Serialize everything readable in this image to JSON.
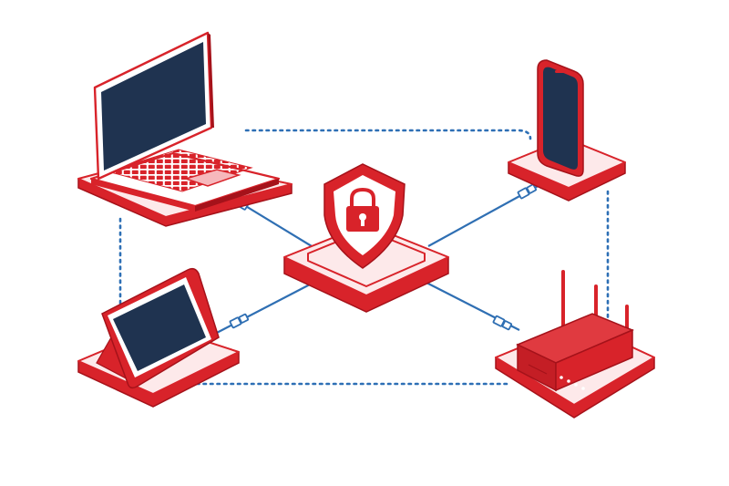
{
  "colors": {
    "red": "#d8232a",
    "red_dark": "#a5121a",
    "pink": "#fde9ea",
    "navy": "#1f3350",
    "link_blue": "#2f6fb3",
    "dotted_blue": "#2d6fb5",
    "white": "#ffffff"
  },
  "nodes": [
    {
      "id": "laptop",
      "icon": "laptop-icon"
    },
    {
      "id": "smartphone",
      "icon": "smartphone-icon"
    },
    {
      "id": "security-hub",
      "icon": "shield-lock-icon"
    },
    {
      "id": "tablet",
      "icon": "tablet-icon"
    },
    {
      "id": "router",
      "icon": "wifi-router-icon"
    }
  ],
  "links": [
    {
      "from": "laptop",
      "to": "security-hub",
      "style": "solid"
    },
    {
      "from": "smartphone",
      "to": "security-hub",
      "style": "solid"
    },
    {
      "from": "tablet",
      "to": "security-hub",
      "style": "solid"
    },
    {
      "from": "router",
      "to": "security-hub",
      "style": "solid"
    },
    {
      "from": "laptop",
      "to": "smartphone",
      "style": "dotted"
    },
    {
      "from": "tablet",
      "to": "router",
      "style": "dotted"
    },
    {
      "from": "laptop",
      "to": "tablet",
      "style": "dotted"
    },
    {
      "from": "smartphone",
      "to": "router",
      "style": "dotted"
    }
  ]
}
